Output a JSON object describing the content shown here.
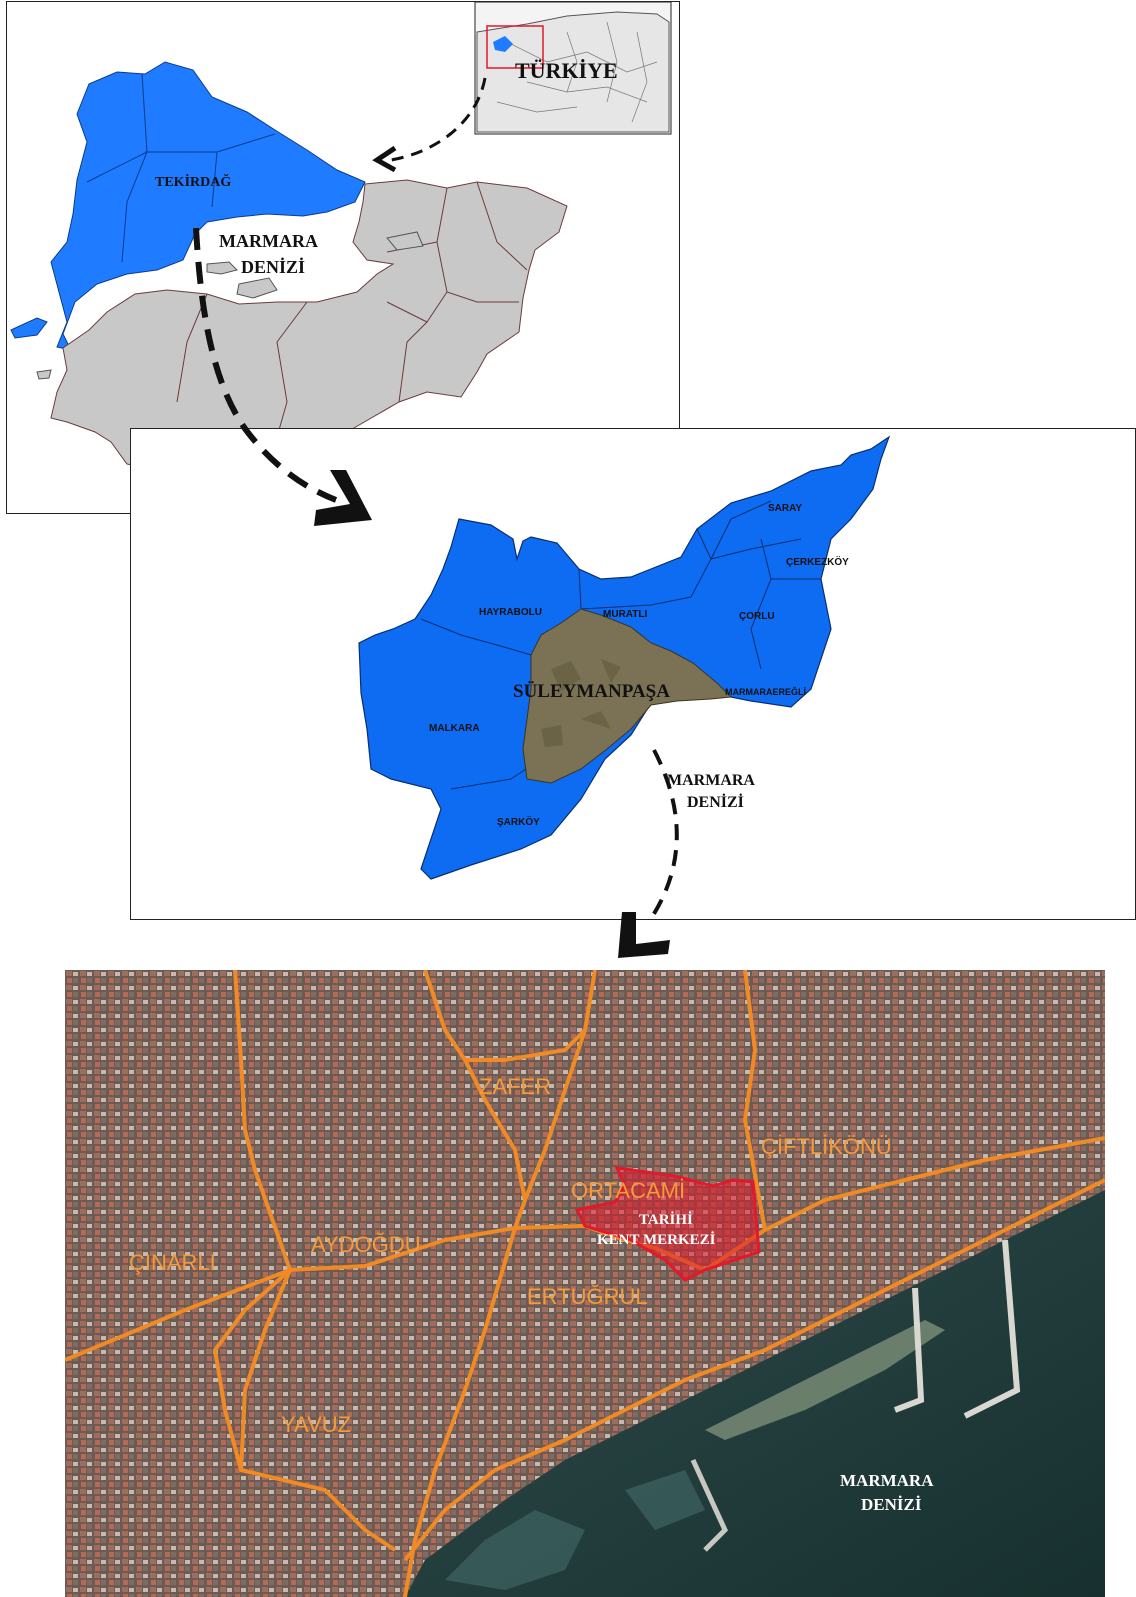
{
  "colors": {
    "tekirdag_fill": "#1f7bff",
    "other_provinces": "#c8c8c8",
    "district_fill": "#0d6cf2",
    "suleymanpasa_fill": "#7b7154",
    "roads": "#f08a24",
    "historic_center": "#e0192b",
    "sea": "#1f3a3a"
  },
  "inset": {
    "country_label": "TÜRKİYE"
  },
  "region_map": {
    "province_label": "TEKİRDAĞ",
    "sea_label_line1": "MARMARA",
    "sea_label_line2": "DENİZİ"
  },
  "district_map": {
    "districts": {
      "saray": "SARAY",
      "cerkezkoy": "ÇERKEZKÖY",
      "hayrabolu": "HAYRABOLU",
      "muratli": "MURATLI",
      "corlu": "ÇORLU",
      "suleymanpasa": "SÜLEYMANPAŞA",
      "marmaraeregli": "MARMARAEREĞLİ",
      "malkara": "MALKARA",
      "sarkoy": "ŞARKÖY"
    },
    "sea_label_line1": "MARMARA",
    "sea_label_line2": "DENİZİ"
  },
  "city_map": {
    "neighborhoods": {
      "zafer": "ZAFER",
      "ciftlikonu": "ÇİFTLİKÖNÜ",
      "ortacami": "ORTACAMİ",
      "cinarli": "ÇINARLI",
      "aydogdu": "AYDOĞDU",
      "ertugrul": "ERTUĞRUL",
      "yavuz": "YAVUZ"
    },
    "historic_label_line1": "TARİHİ",
    "historic_label_line2": "KENT MERKEZİ",
    "sea_label_line1": "MARMARA",
    "sea_label_line2": "DENİZİ"
  }
}
